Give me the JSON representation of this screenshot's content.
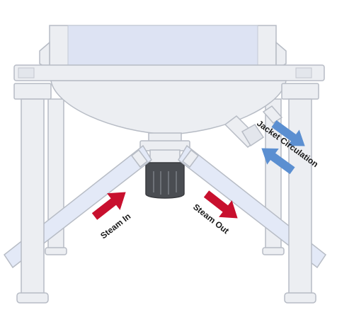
{
  "labels": {
    "steam_in": "Steam In",
    "steam_out": "Steam Out",
    "jacket_circulation": "Jacket Circulation"
  },
  "colors": {
    "steel_fill": "#eceef2",
    "steel_stroke": "#b7bcc5",
    "vessel_body": "#dde3f3",
    "pipe_fill": "#e3e9f7",
    "valve_dark": "#4a4d52",
    "steam_arrow": "#c8102e",
    "jacket_arrow": "#5b8fd1"
  }
}
